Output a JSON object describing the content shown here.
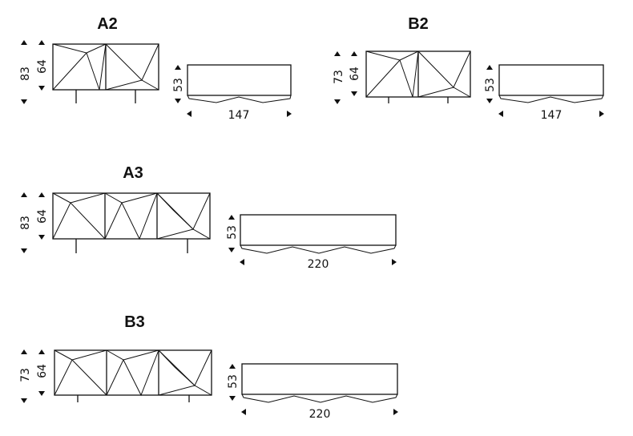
{
  "models": [
    {
      "id": "a2",
      "title": "A2",
      "total_height": "83",
      "body_height": "64",
      "depth": "53",
      "width": "147"
    },
    {
      "id": "b2",
      "title": "B2",
      "total_height": "73",
      "body_height": "64",
      "depth": "53",
      "width": "147"
    },
    {
      "id": "a3",
      "title": "A3",
      "total_height": "83",
      "body_height": "64",
      "depth": "53",
      "width": "220"
    },
    {
      "id": "b3",
      "title": "B3",
      "total_height": "73",
      "body_height": "64",
      "depth": "53",
      "width": "220"
    }
  ]
}
